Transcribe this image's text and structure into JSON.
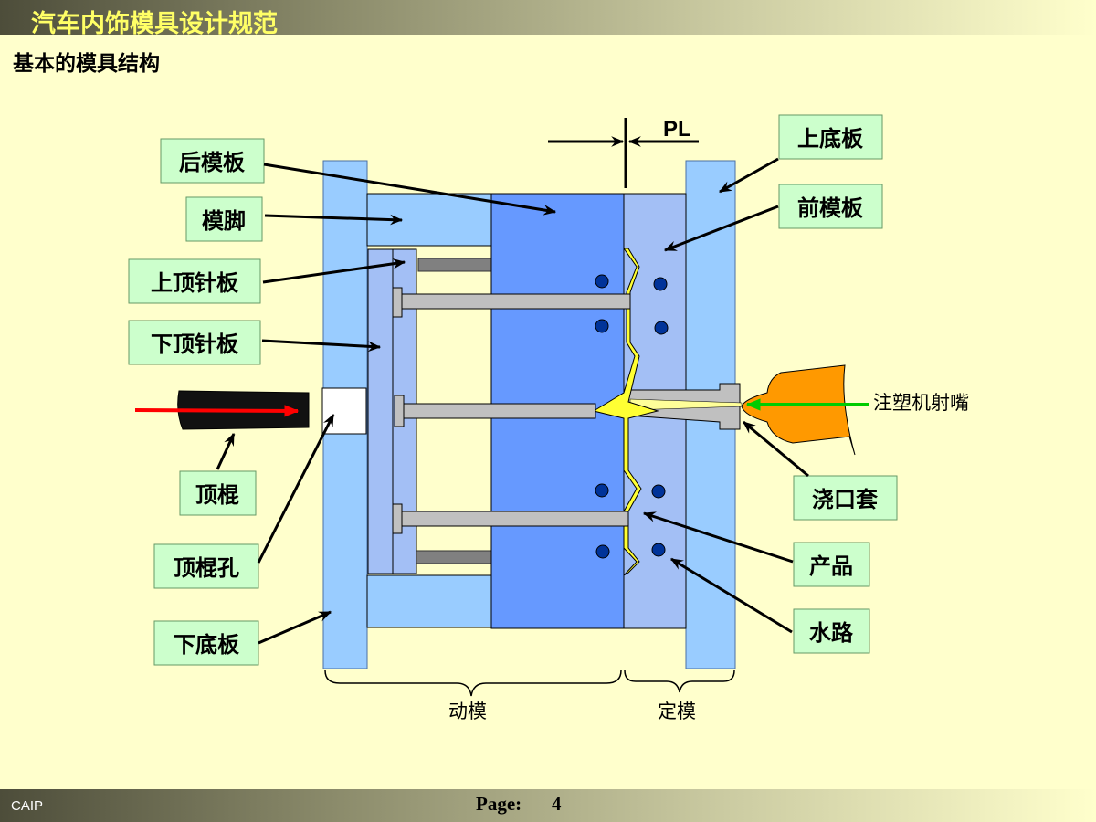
{
  "header": {
    "title": "汽车内饰模具设计规范"
  },
  "subtitle": "基本的模具结构",
  "labels": {
    "rear_plate": "后模板",
    "mold_foot": "模脚",
    "upper_ejector_plate": "上顶针板",
    "lower_ejector_plate": "下顶针板",
    "ejector_rod": "顶棍",
    "ejector_rod_hole": "顶棍孔",
    "bottom_clamp_plate": "下底板",
    "top_clamp_plate": "上底板",
    "front_plate": "前模板",
    "sprue_bushing": "浇口套",
    "product": "产品",
    "water_line": "水路",
    "nozzle": "注塑机射嘴",
    "parting_line": "PL",
    "moving_half": "动模",
    "fixed_half": "定模"
  },
  "footer": {
    "left": "CAIP",
    "page_label": "Page:",
    "page_number": "4"
  },
  "colors": {
    "background": "#ffffcc",
    "light_blue": "#99ccff",
    "mid_blue": "#a3bff5",
    "dark_blue": "#6699ff",
    "product_yellow": "#ffff33",
    "nozzle_orange": "#ff9900",
    "pin_gray": "#c0c0c0",
    "label_box": "#ccffcc"
  }
}
